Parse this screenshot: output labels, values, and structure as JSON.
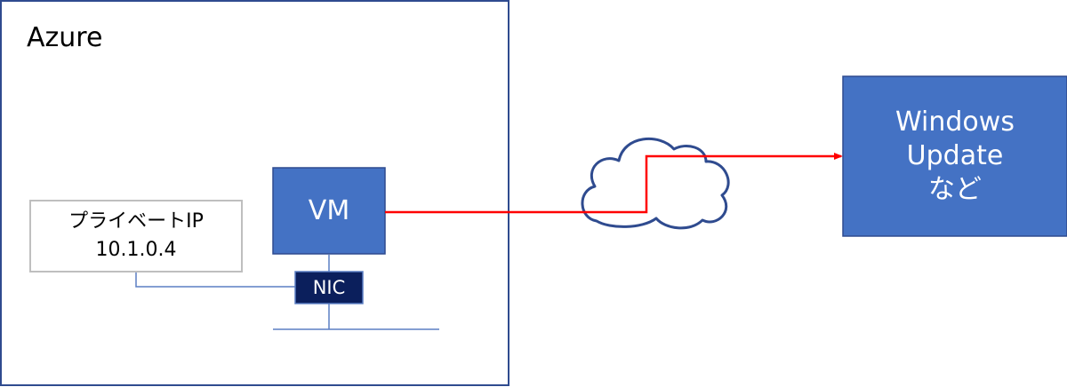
{
  "azure": {
    "label": "Azure"
  },
  "vm": {
    "label": "VM"
  },
  "nic": {
    "label": "NIC"
  },
  "private_ip": {
    "title": "プライベートIP",
    "address": "10.1.0.4"
  },
  "destination": {
    "line1": "Windows",
    "line2": "Update",
    "line3": "など"
  },
  "colors": {
    "azure_border": "#2f4b8f",
    "vm_fill": "#4472c4",
    "nic_fill": "#0b1f5c",
    "connector": "#5b7fc4",
    "route": "#ff0000",
    "cloud_stroke": "#2f4b8f",
    "ip_box_border": "#bfbfbf"
  }
}
